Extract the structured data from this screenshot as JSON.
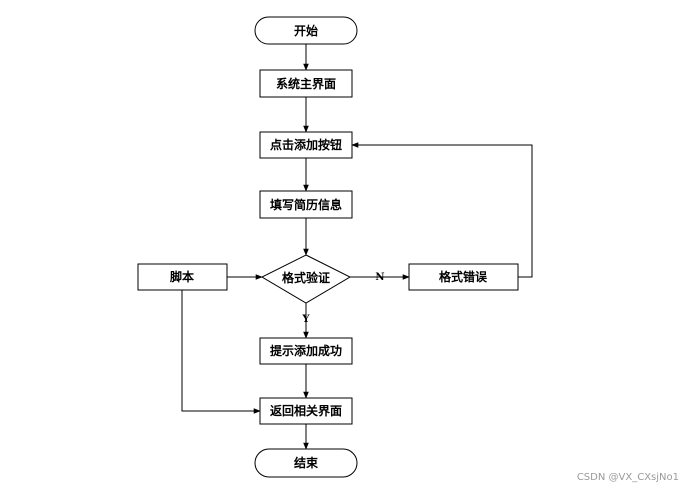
{
  "nodes": {
    "start": "开始",
    "main_ui": "系统主界面",
    "click_add": "点击添加按钮",
    "fill_resume": "填写简历信息",
    "format_check": "格式验证",
    "format_error": "格式错误",
    "script": "脚本",
    "add_success": "提示添加成功",
    "return_page": "返回相关界面",
    "end": "结束"
  },
  "edges": {
    "no": "N",
    "yes": "Y"
  },
  "watermark": "CSDN @VX_CXsjNo1"
}
